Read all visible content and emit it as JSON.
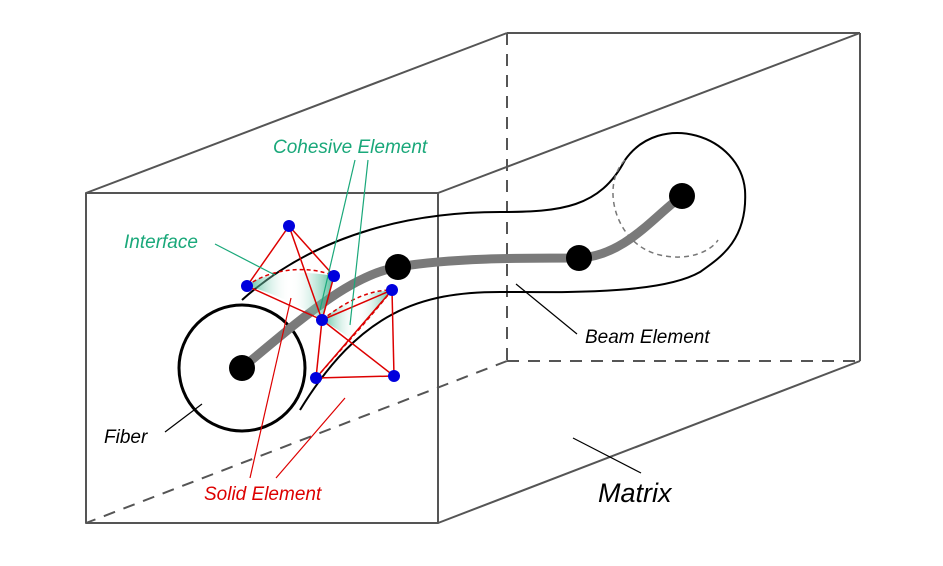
{
  "labels": {
    "cohesive_element": "Cohesive Element",
    "interface": "Interface",
    "beam_element": "Beam Element",
    "fiber": "Fiber",
    "solid_element": "Solid Element",
    "matrix": "Matrix"
  },
  "colors": {
    "box": "#555555",
    "fiber_outline": "#000000",
    "beam": "#7a7a7a",
    "node_black": "#000000",
    "node_blue": "#0000dd",
    "solid_element": "#dd0000",
    "cohesive": "#1aa87a",
    "text_black": "#000000"
  }
}
